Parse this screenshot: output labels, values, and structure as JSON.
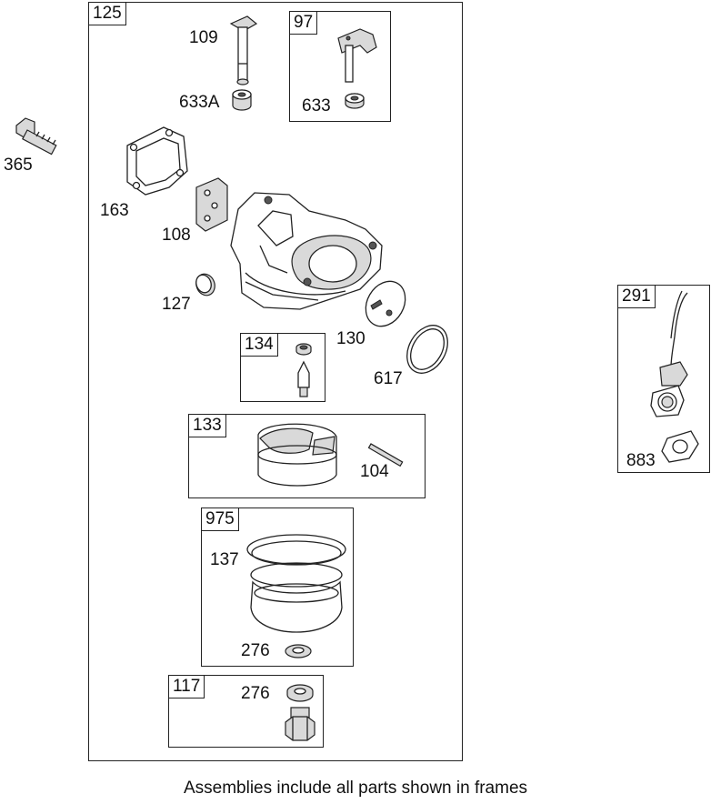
{
  "frames": {
    "f125": "125",
    "f97": "97",
    "f134": "134",
    "f133": "133",
    "f975": "975",
    "f117": "117",
    "f291": "291"
  },
  "labels": {
    "p365": "365",
    "p109": "109",
    "p633A": "633A",
    "p633": "633",
    "p163": "163",
    "p108": "108",
    "p127": "127",
    "p130": "130",
    "p617": "617",
    "p104": "104",
    "p137": "137",
    "p276a": "276",
    "p276b": "276",
    "p883": "883"
  },
  "caption": "Assemblies include all parts shown in frames"
}
